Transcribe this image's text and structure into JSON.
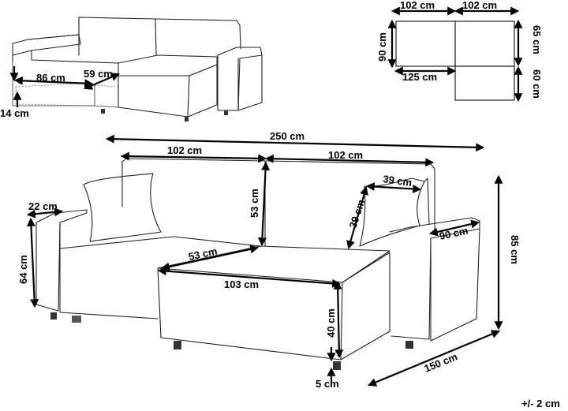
{
  "top_left_view": {
    "seat_width": "86 cm",
    "seat_depth": "59 cm",
    "storage_height": "14 cm"
  },
  "top_view": {
    "width_left": "102 cm",
    "width_right": "102 cm",
    "depth_left": "90 cm",
    "chaise_length": "125 cm",
    "depth_right_top": "65 cm",
    "depth_right_bottom": "60 cm"
  },
  "main_view": {
    "overall_width": "250 cm",
    "back_left_width": "102 cm",
    "back_right_width": "102 cm",
    "back_height": "53 cm",
    "cushion_width": "39 cm",
    "cushion_height": "39 cm",
    "arm_left_width": "22 cm",
    "arm_height": "64 cm",
    "arm_depth": "90 cm",
    "overall_height": "85 cm",
    "seat_depth": "53 cm",
    "chaise_width": "103 cm",
    "chaise_height": "40 cm",
    "leg_height": "5 cm",
    "chaise_depth": "150 cm"
  },
  "tolerance": "+/- 2 cm"
}
